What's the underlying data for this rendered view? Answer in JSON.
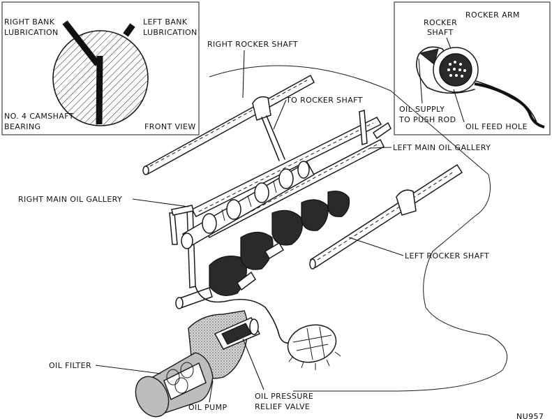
{
  "labels": {
    "right_bank": [
      "RIGHT BANK",
      "LUBRICATION"
    ],
    "left_bank": [
      "LEFT BANK",
      "LUBRICATION"
    ],
    "camshaft_bearing": [
      "NO. 4 CAMSHAFT",
      "BEARING"
    ],
    "front_view": "FRONT VIEW",
    "right_rocker_shaft": "RIGHT ROCKER SHAFT",
    "to_rocker_shaft": "TO ROCKER SHAFT",
    "rocker_arm": "ROCKER ARM",
    "rocker_shaft": [
      "ROCKER",
      "SHAFT"
    ],
    "oil_supply": [
      "OIL SUPPLY",
      "TO PUSH ROD"
    ],
    "oil_feed_hole": "OIL FEED HOLE",
    "left_main_oil_gallery": "LEFT MAIN OIL GALLERY",
    "right_main_oil_gallery": "RIGHT MAIN OIL GALLERY",
    "left_rocker_shaft": "LEFT ROCKER SHAFT",
    "oil_filter": "OIL FILTER",
    "oil_pump": "OIL PUMP",
    "oil_pressure_relief_valve": [
      "OIL PRESSURE",
      "RELIEF VALVE"
    ],
    "figure_code": "NU957"
  },
  "colors": {
    "ink": "#1a1a1a",
    "background": "#ffffff",
    "shading": "#bdbdbd"
  }
}
